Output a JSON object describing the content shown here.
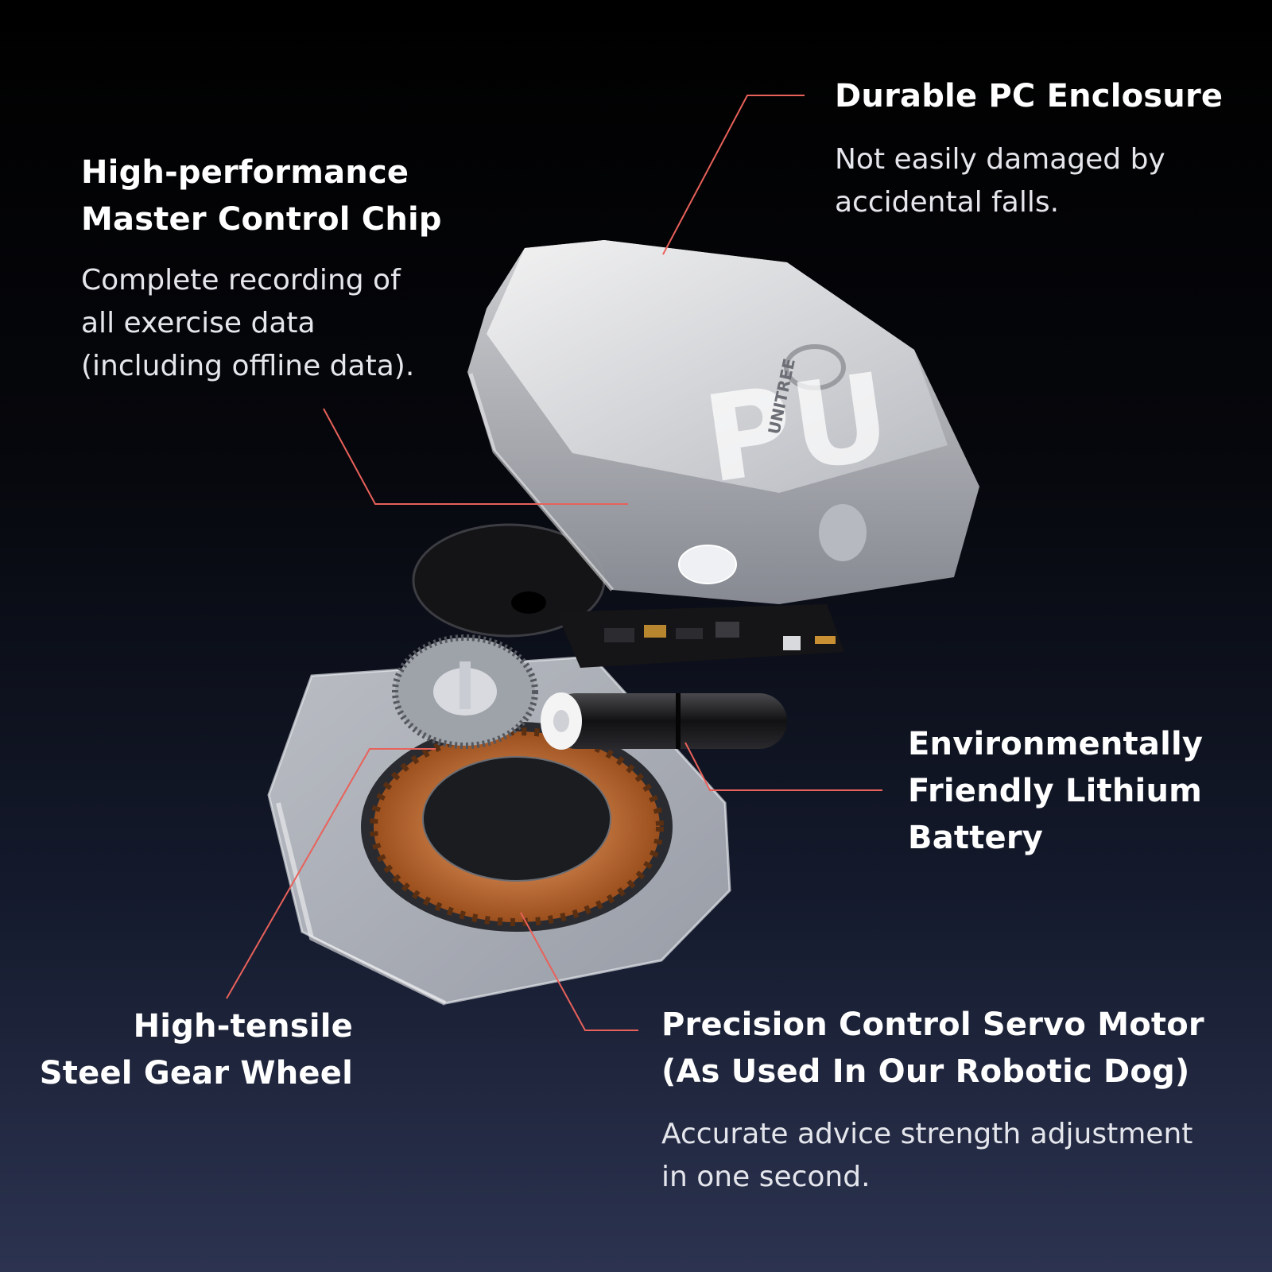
{
  "background": {
    "top": "#000000",
    "bottom": "#2c3350"
  },
  "leader_color": "#e8615a",
  "callouts": {
    "enclosure": {
      "title": "Durable PC Enclosure",
      "desc_lines": [
        "Not easily damaged by",
        "accidental falls."
      ]
    },
    "chip": {
      "title_lines": [
        "High-performance",
        "Master Control Chip"
      ],
      "desc_lines": [
        "Complete recording of",
        "all exercise data",
        "(including offline data)."
      ]
    },
    "battery": {
      "title_lines": [
        "Environmentally",
        "Friendly Lithium",
        "Battery"
      ]
    },
    "gear": {
      "title_lines": [
        "High-tensile",
        "Steel Gear Wheel"
      ]
    },
    "motor": {
      "title_lines": [
        "Precision Control Servo Motor",
        "(As Used In Our Robotic Dog)"
      ],
      "desc_lines": [
        "Accurate advice strength adjustment",
        "in one second."
      ]
    }
  },
  "product": {
    "brand": "UNITREE",
    "logo_letters": "PU"
  }
}
